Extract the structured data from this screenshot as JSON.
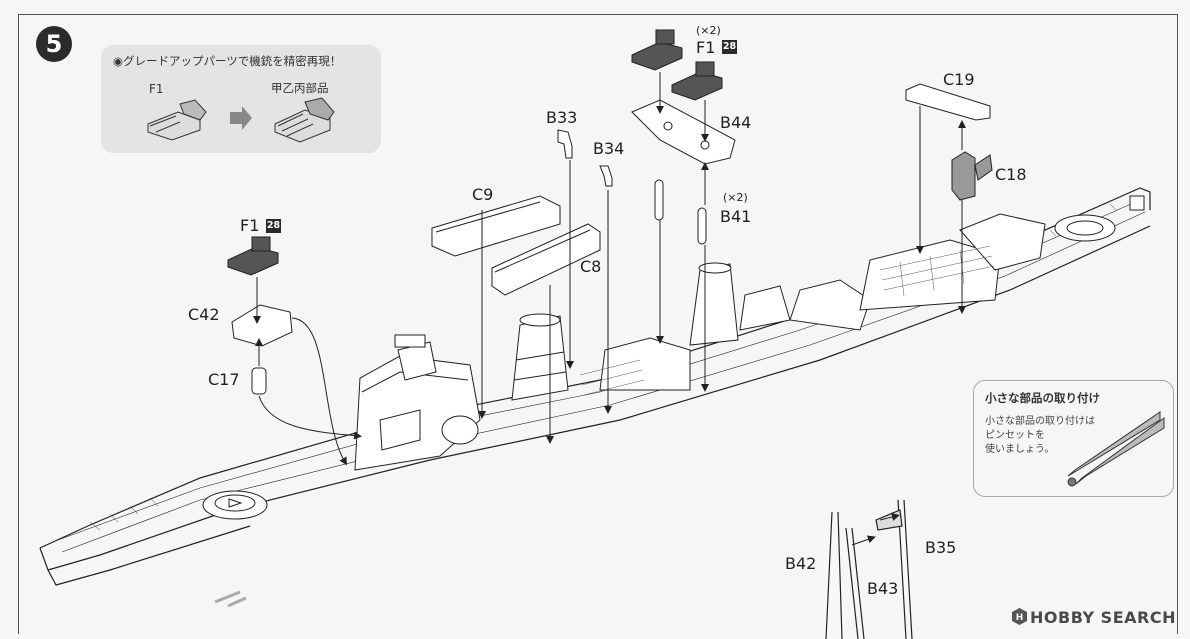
{
  "step": {
    "number": "5"
  },
  "upgrade": {
    "title": "◉グレードアップパーツで機銃を精密再現！",
    "before_label": "F1",
    "after_label": "甲乙丙部品"
  },
  "parts": {
    "f1_top": "F1",
    "f1_top_qty": "(×2)",
    "f1_ref": "28",
    "b44": "B44",
    "b41": "B41",
    "b41_qty": "(×2)",
    "c19": "C19",
    "c18": "C18",
    "b33": "B33",
    "b34": "B34",
    "c9": "C9",
    "c8": "C8",
    "f1_left": "F1",
    "f1_left_ref": "28",
    "c42": "C42",
    "c17": "C17",
    "b42": "B42",
    "b43": "B43",
    "b35": "B35"
  },
  "tip": {
    "title": "小さな部品の取り付け",
    "body": "小さな部品の取り付けは\nピンセットを\n使いましょう。"
  },
  "watermark": {
    "text": "HOBBY SEARCH",
    "logo": "hobby-search-logo-icon"
  }
}
